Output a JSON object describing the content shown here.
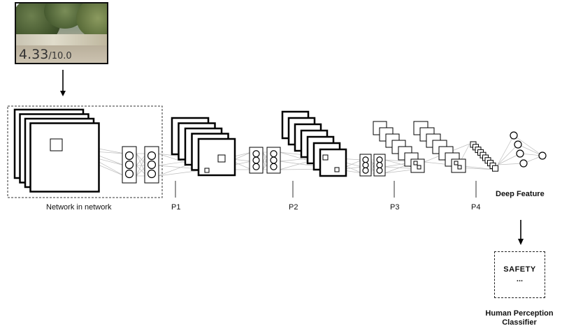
{
  "image": {
    "score_value": "4.33",
    "score_scale": "/10.0"
  },
  "labels": {
    "network_in_network": "Network in network",
    "p1": "P1",
    "p2": "P2",
    "p3": "P3",
    "p4": "P4",
    "deep_feature": "Deep Feature"
  },
  "output": {
    "category": "SAFETY",
    "more": "...",
    "classifier_line1": "Human Perception",
    "classifier_line2": "Classifier"
  }
}
